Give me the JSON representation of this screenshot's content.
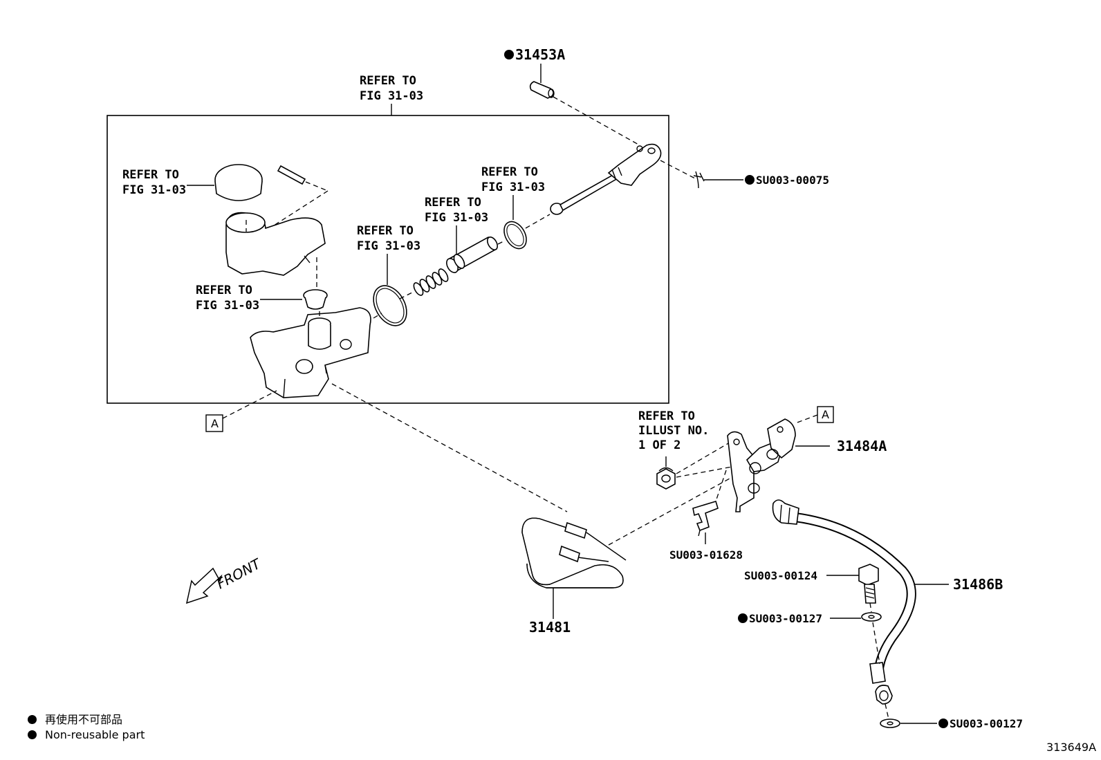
{
  "refer_to_fig": [
    "REFER TO",
    "FIG 31-03"
  ],
  "refer_to_illust": [
    "REFER TO",
    "ILLUST NO.",
    "1 OF 2"
  ],
  "ref_marker": "A",
  "parts": {
    "clevis_pin": "31453A",
    "cotter_pin": "SU003-00075",
    "bracket": "31484A",
    "clip": "SU003-01628",
    "union_bolt": "SU003-00124",
    "gasket_upper": "SU003-00127",
    "gasket_lower": "SU003-00127",
    "pipe": "31481",
    "hose": "31486B"
  },
  "front_label": "FRONT",
  "legend": [
    {
      "icon": "filled-circle-icon",
      "text": "再使用不可部品"
    },
    {
      "icon": "filled-circle-icon",
      "text": "Non-reusable part"
    }
  ],
  "figure_id": "313649A"
}
